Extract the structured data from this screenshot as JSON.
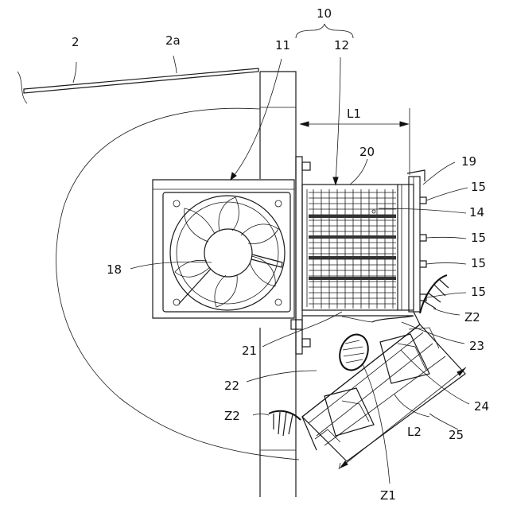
{
  "labels": {
    "l10": "10",
    "l11": "11",
    "l12": "12",
    "l2": "2",
    "l2a": "2a",
    "lL1": "L1",
    "l20": "20",
    "l19": "19",
    "l15a": "15",
    "l14": "14",
    "l15b": "15",
    "l15c": "15",
    "l15d": "15",
    "l18": "18",
    "lZ2a": "Z2",
    "l21": "21",
    "l23": "23",
    "l22": "22",
    "l24": "24",
    "lZ2b": "Z2",
    "lL2": "L2",
    "l25": "25",
    "lZ1": "Z1"
  }
}
